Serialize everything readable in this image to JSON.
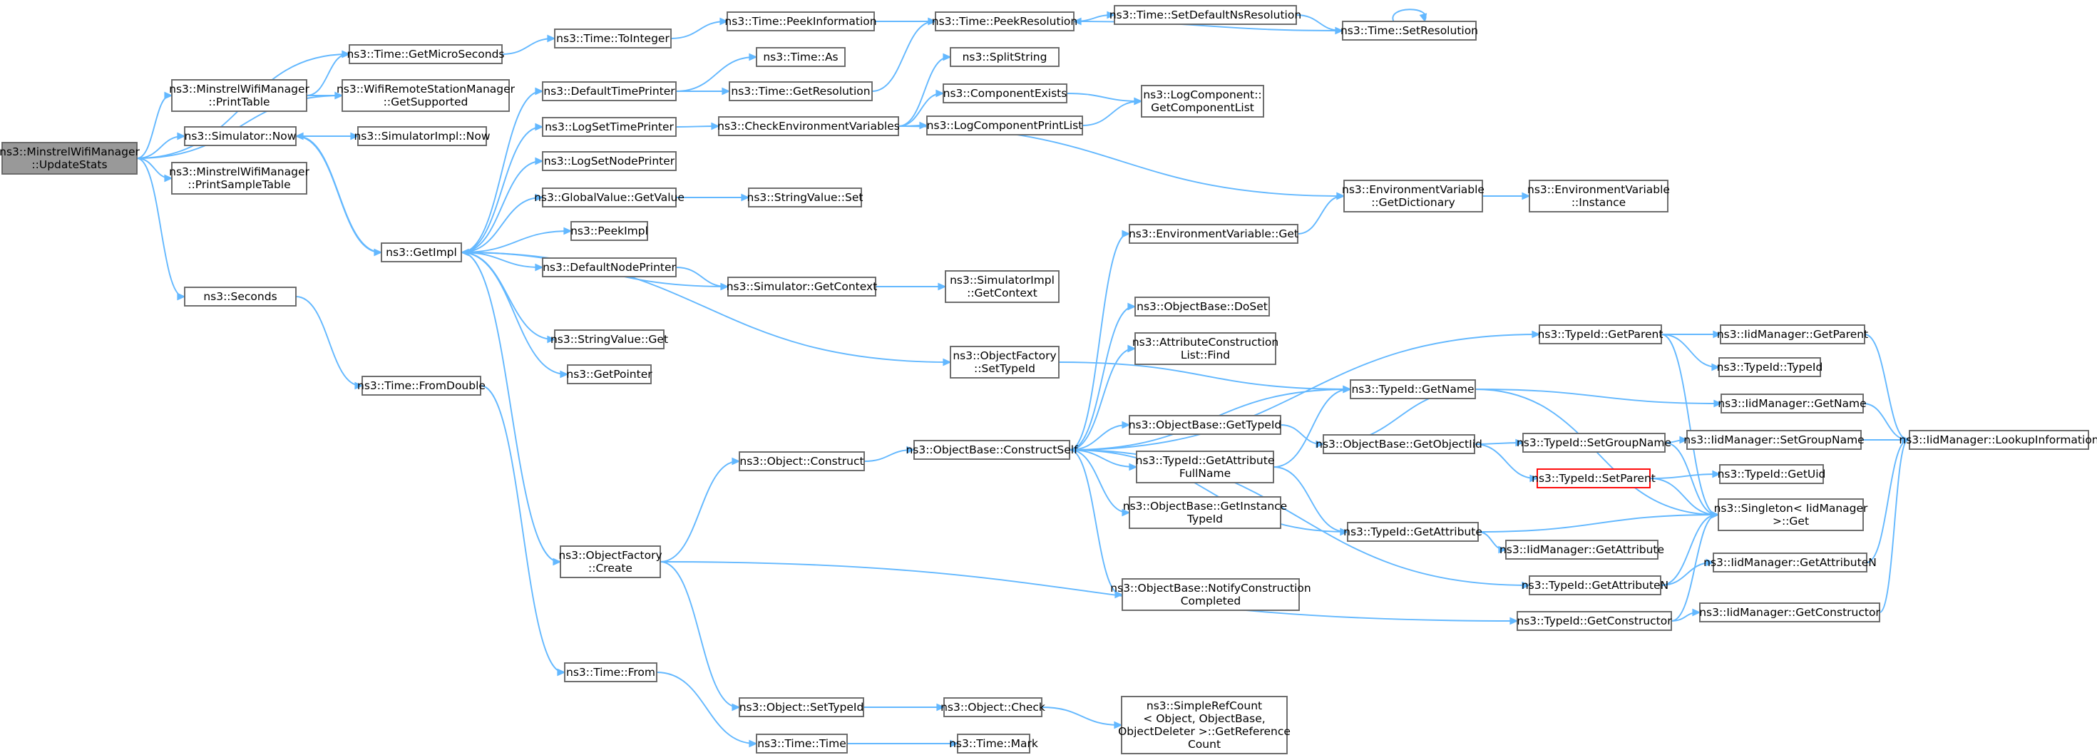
{
  "diagram": {
    "colors": {
      "edge": "#63b8ff",
      "node_border": "#666666",
      "root_fill": "#999999",
      "highlight_border": "#ff0000",
      "background": "#ffffff"
    },
    "nodes": [
      {
        "id": "updatestats",
        "lines": [
          "ns3::MinstrelWifiManager",
          "::UpdateStats"
        ],
        "style": "root"
      },
      {
        "id": "getmicro",
        "lines": [
          "ns3::Time::GetMicroSeconds"
        ]
      },
      {
        "id": "printtable",
        "lines": [
          "ns3::MinstrelWifiManager",
          "::PrintTable"
        ]
      },
      {
        "id": "simnow",
        "lines": [
          "ns3::Simulator::Now"
        ]
      },
      {
        "id": "printsample",
        "lines": [
          "ns3::MinstrelWifiManager",
          "::PrintSampleTable"
        ]
      },
      {
        "id": "seconds",
        "lines": [
          "ns3::Seconds"
        ]
      },
      {
        "id": "tointeger",
        "lines": [
          "ns3::Time::ToInteger"
        ]
      },
      {
        "id": "getsupported",
        "lines": [
          "ns3::WifiRemoteStationManager",
          "::GetSupported"
        ]
      },
      {
        "id": "simimplnow",
        "lines": [
          "ns3::SimulatorImpl::Now"
        ]
      },
      {
        "id": "getimpl",
        "lines": [
          "ns3::GetImpl"
        ]
      },
      {
        "id": "fromdouble",
        "lines": [
          "ns3::Time::FromDouble"
        ]
      },
      {
        "id": "peekinfo",
        "lines": [
          "ns3::Time::PeekInformation"
        ]
      },
      {
        "id": "timeas",
        "lines": [
          "ns3::Time::As"
        ]
      },
      {
        "id": "defaulttime",
        "lines": [
          "ns3::DefaultTimePrinter"
        ]
      },
      {
        "id": "gettimeres",
        "lines": [
          "ns3::Time::GetResolution"
        ]
      },
      {
        "id": "logsettime",
        "lines": [
          "ns3::LogSetTimePrinter"
        ]
      },
      {
        "id": "logsetnode",
        "lines": [
          "ns3::LogSetNodePrinter"
        ]
      },
      {
        "id": "globalget",
        "lines": [
          "ns3::GlobalValue::GetValue"
        ]
      },
      {
        "id": "peekimpl",
        "lines": [
          "ns3::PeekImpl"
        ]
      },
      {
        "id": "defaultnode",
        "lines": [
          "ns3::DefaultNodePrinter"
        ]
      },
      {
        "id": "stringvalget",
        "lines": [
          "ns3::StringValue::Get"
        ]
      },
      {
        "id": "getpointer",
        "lines": [
          "ns3::GetPointer"
        ]
      },
      {
        "id": "objfactcreate",
        "lines": [
          "ns3::ObjectFactory",
          "::Create"
        ]
      },
      {
        "id": "timefrom",
        "lines": [
          "ns3::Time::From"
        ]
      },
      {
        "id": "peekres",
        "lines": [
          "ns3::Time::PeekResolution"
        ]
      },
      {
        "id": "setdefaultns",
        "lines": [
          "ns3::Time::SetDefaultNsResolution"
        ]
      },
      {
        "id": "setres",
        "lines": [
          "ns3::Time::SetResolution"
        ]
      },
      {
        "id": "splitstring",
        "lines": [
          "ns3::SplitString"
        ]
      },
      {
        "id": "checkenv",
        "lines": [
          "ns3::CheckEnvironmentVariables"
        ]
      },
      {
        "id": "compexists",
        "lines": [
          "ns3::ComponentExists"
        ]
      },
      {
        "id": "logcompprint",
        "lines": [
          "ns3::LogComponentPrintList"
        ]
      },
      {
        "id": "getcomplist",
        "lines": [
          "ns3::LogComponent::",
          "GetComponentList"
        ]
      },
      {
        "id": "stringvalset",
        "lines": [
          "ns3::StringValue::Set"
        ]
      },
      {
        "id": "simgetctx",
        "lines": [
          "ns3::Simulator::GetContext"
        ]
      },
      {
        "id": "simimplctx",
        "lines": [
          "ns3::SimulatorImpl",
          "::GetContext"
        ]
      },
      {
        "id": "objfactsettype",
        "lines": [
          "ns3::ObjectFactory",
          "::SetTypeId"
        ]
      },
      {
        "id": "objconstruct",
        "lines": [
          "ns3::Object::Construct"
        ]
      },
      {
        "id": "objsettype",
        "lines": [
          "ns3::Object::SetTypeId"
        ]
      },
      {
        "id": "timetime",
        "lines": [
          "ns3::Time::Time"
        ]
      },
      {
        "id": "constructself",
        "lines": [
          "ns3::ObjectBase::ConstructSelf"
        ]
      },
      {
        "id": "objcheck",
        "lines": [
          "ns3::Object::Check"
        ]
      },
      {
        "id": "timemark",
        "lines": [
          "ns3::Time::Mark"
        ]
      },
      {
        "id": "envget",
        "lines": [
          "ns3::EnvironmentVariable::Get"
        ]
      },
      {
        "id": "envgetdict",
        "lines": [
          "ns3::EnvironmentVariable",
          "::GetDictionary"
        ]
      },
      {
        "id": "envinstance",
        "lines": [
          "ns3::EnvironmentVariable",
          "::Instance"
        ]
      },
      {
        "id": "doset",
        "lines": [
          "ns3::ObjectBase::DoSet"
        ]
      },
      {
        "id": "attrfind",
        "lines": [
          "ns3::AttributeConstruction",
          "List::Find"
        ]
      },
      {
        "id": "getname",
        "lines": [
          "ns3::TypeId::GetName"
        ]
      },
      {
        "id": "obgettype",
        "lines": [
          "ns3::ObjectBase::GetTypeId"
        ]
      },
      {
        "id": "getattrfull",
        "lines": [
          "ns3::TypeId::GetAttribute",
          "FullName"
        ]
      },
      {
        "id": "getinsttype",
        "lines": [
          "ns3::ObjectBase::GetInstance",
          "TypeId"
        ]
      },
      {
        "id": "getattr",
        "lines": [
          "ns3::TypeId::GetAttribute"
        ]
      },
      {
        "id": "notify",
        "lines": [
          "ns3::ObjectBase::NotifyConstruction",
          "Completed"
        ]
      },
      {
        "id": "getattrn",
        "lines": [
          "ns3::TypeId::GetAttributeN"
        ]
      },
      {
        "id": "getctor",
        "lines": [
          "ns3::TypeId::GetConstructor"
        ]
      },
      {
        "id": "simpleref",
        "lines": [
          "ns3::SimpleRefCount",
          "< Object, ObjectBase,",
          "ObjectDeleter >::GetReference",
          "Count"
        ]
      },
      {
        "id": "getparent",
        "lines": [
          "ns3::TypeId::GetParent"
        ]
      },
      {
        "id": "typeidtypeid",
        "lines": [
          "ns3::TypeId::TypeId"
        ]
      },
      {
        "id": "getobjectiid",
        "lines": [
          "ns3::ObjectBase::GetObjectIid"
        ]
      },
      {
        "id": "setgroupname",
        "lines": [
          "ns3::TypeId::SetGroupName"
        ]
      },
      {
        "id": "setparent",
        "lines": [
          "ns3::TypeId::SetParent"
        ],
        "style": "highlight"
      },
      {
        "id": "iidgetattr",
        "lines": [
          "ns3::IidManager::GetAttribute"
        ]
      },
      {
        "id": "iidgetparent",
        "lines": [
          "ns3::IidManager::GetParent"
        ]
      },
      {
        "id": "iidgetname",
        "lines": [
          "ns3::IidManager::GetName"
        ]
      },
      {
        "id": "iidsetgroup",
        "lines": [
          "ns3::IidManager::SetGroupName"
        ]
      },
      {
        "id": "getuid",
        "lines": [
          "ns3::TypeId::GetUid"
        ]
      },
      {
        "id": "singletonget",
        "lines": [
          "ns3::Singleton< IidManager",
          ">::Get"
        ]
      },
      {
        "id": "iidgetattrn",
        "lines": [
          "ns3::IidManager::GetAttributeN"
        ]
      },
      {
        "id": "iidgetctor",
        "lines": [
          "ns3::IidManager::GetConstructor"
        ]
      },
      {
        "id": "lookupinfo",
        "lines": [
          "ns3::IidManager::LookupInformation"
        ]
      }
    ],
    "edges": [
      [
        "updatestats",
        "getmicro"
      ],
      [
        "updatestats",
        "printtable"
      ],
      [
        "updatestats",
        "simnow"
      ],
      [
        "updatestats",
        "printsample"
      ],
      [
        "updatestats",
        "seconds"
      ],
      [
        "updatestats",
        "getsupported"
      ],
      [
        "printtable",
        "getmicro"
      ],
      [
        "printtable",
        "getsupported"
      ],
      [
        "getmicro",
        "tointeger"
      ],
      [
        "tointeger",
        "peekinfo"
      ],
      [
        "peekinfo",
        "peekres"
      ],
      [
        "peekres",
        "setdefaultns"
      ],
      [
        "setdefaultns",
        "setres"
      ],
      [
        "setres",
        "setres"
      ],
      [
        "setres",
        "peekres"
      ],
      [
        "simnow",
        "simimplnow"
      ],
      [
        "simnow",
        "getimpl"
      ],
      [
        "seconds",
        "fromdouble"
      ],
      [
        "fromdouble",
        "timefrom"
      ],
      [
        "getimpl",
        "defaulttime"
      ],
      [
        "getimpl",
        "logsettime"
      ],
      [
        "getimpl",
        "logsetnode"
      ],
      [
        "getimpl",
        "globalget"
      ],
      [
        "getimpl",
        "peekimpl"
      ],
      [
        "getimpl",
        "defaultnode"
      ],
      [
        "getimpl",
        "stringvalget"
      ],
      [
        "getimpl",
        "getpointer"
      ],
      [
        "getimpl",
        "objfactcreate"
      ],
      [
        "getimpl",
        "objfactsettype"
      ],
      [
        "getimpl",
        "simnow"
      ],
      [
        "defaulttime",
        "timeas"
      ],
      [
        "defaulttime",
        "gettimeres"
      ],
      [
        "gettimeres",
        "peekres"
      ],
      [
        "logsettime",
        "checkenv"
      ],
      [
        "checkenv",
        "splitstring"
      ],
      [
        "checkenv",
        "compexists"
      ],
      [
        "checkenv",
        "logcompprint"
      ],
      [
        "checkenv",
        "envgetdict"
      ],
      [
        "compexists",
        "getcomplist"
      ],
      [
        "logcompprint",
        "getcomplist"
      ],
      [
        "globalget",
        "stringvalset"
      ],
      [
        "defaultnode",
        "simgetctx"
      ],
      [
        "simgetctx",
        "simimplctx"
      ],
      [
        "simgetctx",
        "getimpl"
      ],
      [
        "objfactcreate",
        "objconstruct"
      ],
      [
        "objfactcreate",
        "objsettype"
      ],
      [
        "objfactcreate",
        "getctor"
      ],
      [
        "objfactsettype",
        "getname"
      ],
      [
        "timefrom",
        "timetime"
      ],
      [
        "timetime",
        "timemark"
      ],
      [
        "objsettype",
        "objcheck"
      ],
      [
        "objcheck",
        "simpleref"
      ],
      [
        "objconstruct",
        "constructself"
      ],
      [
        "constructself",
        "envget"
      ],
      [
        "constructself",
        "doset"
      ],
      [
        "constructself",
        "attrfind"
      ],
      [
        "constructself",
        "getname"
      ],
      [
        "constructself",
        "obgettype"
      ],
      [
        "constructself",
        "getattrfull"
      ],
      [
        "constructself",
        "getinsttype"
      ],
      [
        "constructself",
        "getattr"
      ],
      [
        "constructself",
        "notify"
      ],
      [
        "constructself",
        "getattrn"
      ],
      [
        "constructself",
        "getparent"
      ],
      [
        "envget",
        "envgetdict"
      ],
      [
        "envgetdict",
        "envinstance"
      ],
      [
        "obgettype",
        "getobjectiid"
      ],
      [
        "getattrfull",
        "getname"
      ],
      [
        "getattrfull",
        "getattr"
      ],
      [
        "getobjectiid",
        "getname"
      ],
      [
        "getobjectiid",
        "setgroupname"
      ],
      [
        "getobjectiid",
        "setparent"
      ],
      [
        "getattr",
        "iidgetattr"
      ],
      [
        "getattr",
        "singletonget"
      ],
      [
        "getattrn",
        "iidgetattrn"
      ],
      [
        "getattrn",
        "singletonget"
      ],
      [
        "getctor",
        "iidgetctor"
      ],
      [
        "getctor",
        "singletonget"
      ],
      [
        "getparent",
        "iidgetparent"
      ],
      [
        "getparent",
        "typeidtypeid"
      ],
      [
        "getparent",
        "singletonget"
      ],
      [
        "getname",
        "iidgetname"
      ],
      [
        "getname",
        "singletonget"
      ],
      [
        "setgroupname",
        "iidsetgroup"
      ],
      [
        "setgroupname",
        "singletonget"
      ],
      [
        "setparent",
        "getuid"
      ],
      [
        "setparent",
        "singletonget"
      ],
      [
        "iidgetparent",
        "lookupinfo"
      ],
      [
        "iidgetname",
        "lookupinfo"
      ],
      [
        "iidsetgroup",
        "lookupinfo"
      ],
      [
        "iidgetattrn",
        "lookupinfo"
      ],
      [
        "iidgetctor",
        "lookupinfo"
      ]
    ]
  }
}
